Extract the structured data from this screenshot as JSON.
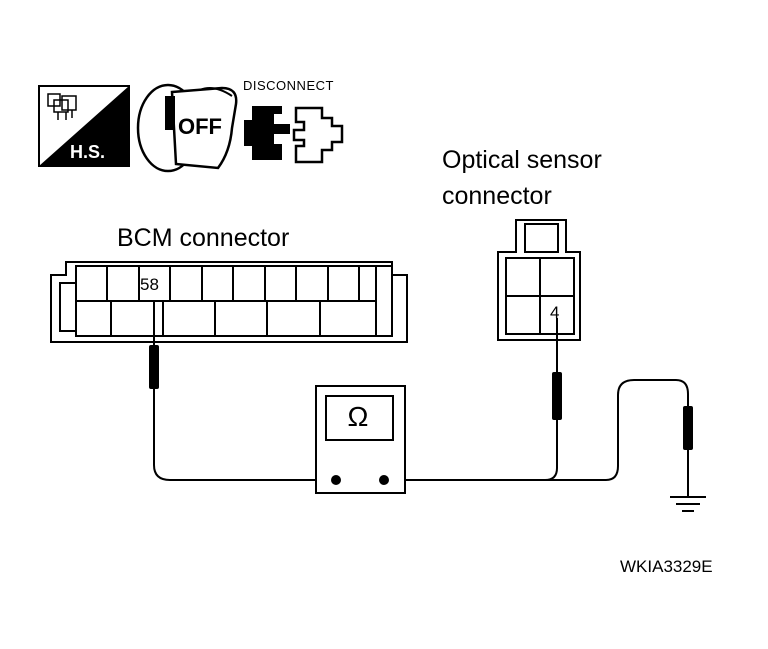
{
  "icons": {
    "hs_label": "H.S.",
    "ignition_label": "OFF",
    "disconnect_label": "DISCONNECT",
    "names": [
      "hood-switch-icon",
      "ignition-key-off-icon",
      "disconnect-connector-icon"
    ]
  },
  "optical_sensor": {
    "title_line1": "Optical sensor",
    "title_line2": "connector",
    "pin": "4"
  },
  "bcm": {
    "title": "BCM connector",
    "pin": "58"
  },
  "meter": {
    "symbol": "Ω",
    "symbol_name": "ohmmeter"
  },
  "figure_code": "WKIA3329E",
  "colors": {
    "line": "#000000",
    "background": "#ffffff"
  }
}
